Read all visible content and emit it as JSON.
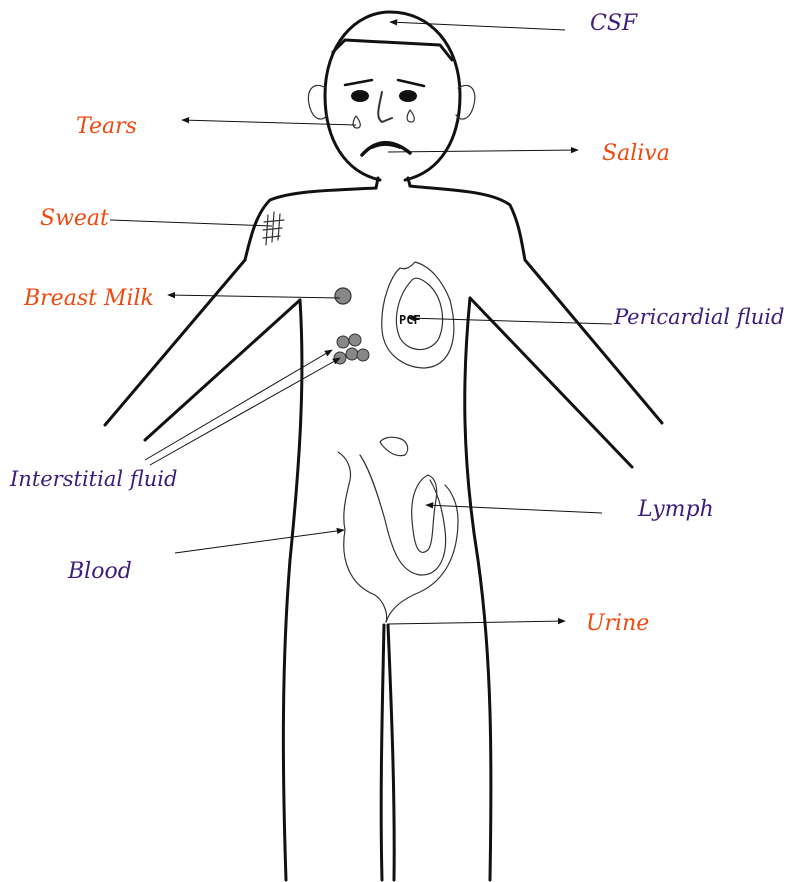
{
  "colors": {
    "orange": "#ee4a10",
    "purple": "#3d1d7a",
    "line": "#111111"
  },
  "labels": {
    "csf": "CSF",
    "tears": "Tears",
    "saliva": "Saliva",
    "sweat": "Sweat",
    "breast_milk": "Breast Milk",
    "pericardial": "Pericardial fluid",
    "interstitial": "Interstitial fluid",
    "lymph": "Lymph",
    "blood": "Blood",
    "urine": "Urine"
  },
  "inner_label": "PCF"
}
